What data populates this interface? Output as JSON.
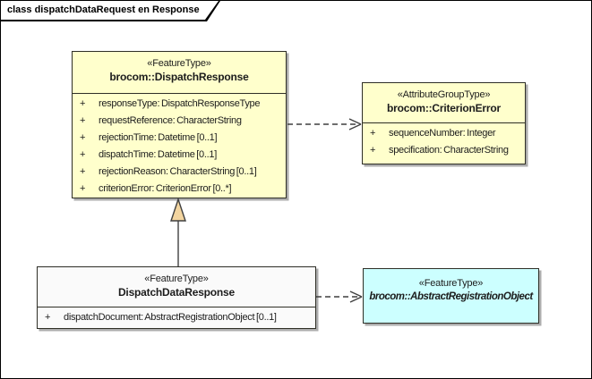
{
  "diagram": {
    "frame_title": "class dispatchDataRequest en Response"
  },
  "colors": {
    "feature_type_fill": "#FFFFCC",
    "plain_fill": "#FAFAFA",
    "abstract_fill": "#CCFFFF",
    "box_border": "#2E2E26",
    "shadow": "#ADADAD",
    "connector": "#3F3F3F",
    "generalization_triangle_fill": "#F3D5A0"
  },
  "classes": {
    "dispatchResponse": {
      "stereotype": "«FeatureType»",
      "name": "brocom::DispatchResponse",
      "attributes": [
        {
          "vis": "+",
          "text": "responseType: DispatchResponseType"
        },
        {
          "vis": "+",
          "text": "requestReference: CharacterString"
        },
        {
          "vis": "+",
          "text": "rejectionTime: Datetime [0..1]"
        },
        {
          "vis": "+",
          "text": "dispatchTime: Datetime [0..1]"
        },
        {
          "vis": "+",
          "text": "rejectionReason: CharacterString [0..1]"
        },
        {
          "vis": "+",
          "text": "criterionError: CriterionError [0..*]"
        }
      ]
    },
    "criterionError": {
      "stereotype": "«AttributeGroupType»",
      "name": "brocom::CriterionError",
      "attributes": [
        {
          "vis": "+",
          "text": "sequenceNumber: Integer"
        },
        {
          "vis": "+",
          "text": "specification: CharacterString"
        }
      ]
    },
    "dispatchDataResponse": {
      "stereotype": "«FeatureType»",
      "name": "DispatchDataResponse",
      "attributes": [
        {
          "vis": "+",
          "text": "dispatchDocument: AbstractRegistrationObject [0..1]"
        }
      ]
    },
    "abstractRegistrationObject": {
      "stereotype": "«FeatureType»",
      "name": "brocom::AbstractRegistrationObject"
    }
  },
  "connectors": [
    {
      "type": "dependency",
      "from": "brocom::DispatchResponse",
      "to": "brocom::CriterionError",
      "line": "dashed",
      "arrowhead": "open"
    },
    {
      "type": "generalization",
      "from": "DispatchDataResponse",
      "to": "brocom::DispatchResponse",
      "line": "solid",
      "arrowhead": "hollow-triangle"
    },
    {
      "type": "dependency",
      "from": "DispatchDataResponse",
      "to": "brocom::AbstractRegistrationObject",
      "line": "dashed",
      "arrowhead": "open"
    }
  ]
}
